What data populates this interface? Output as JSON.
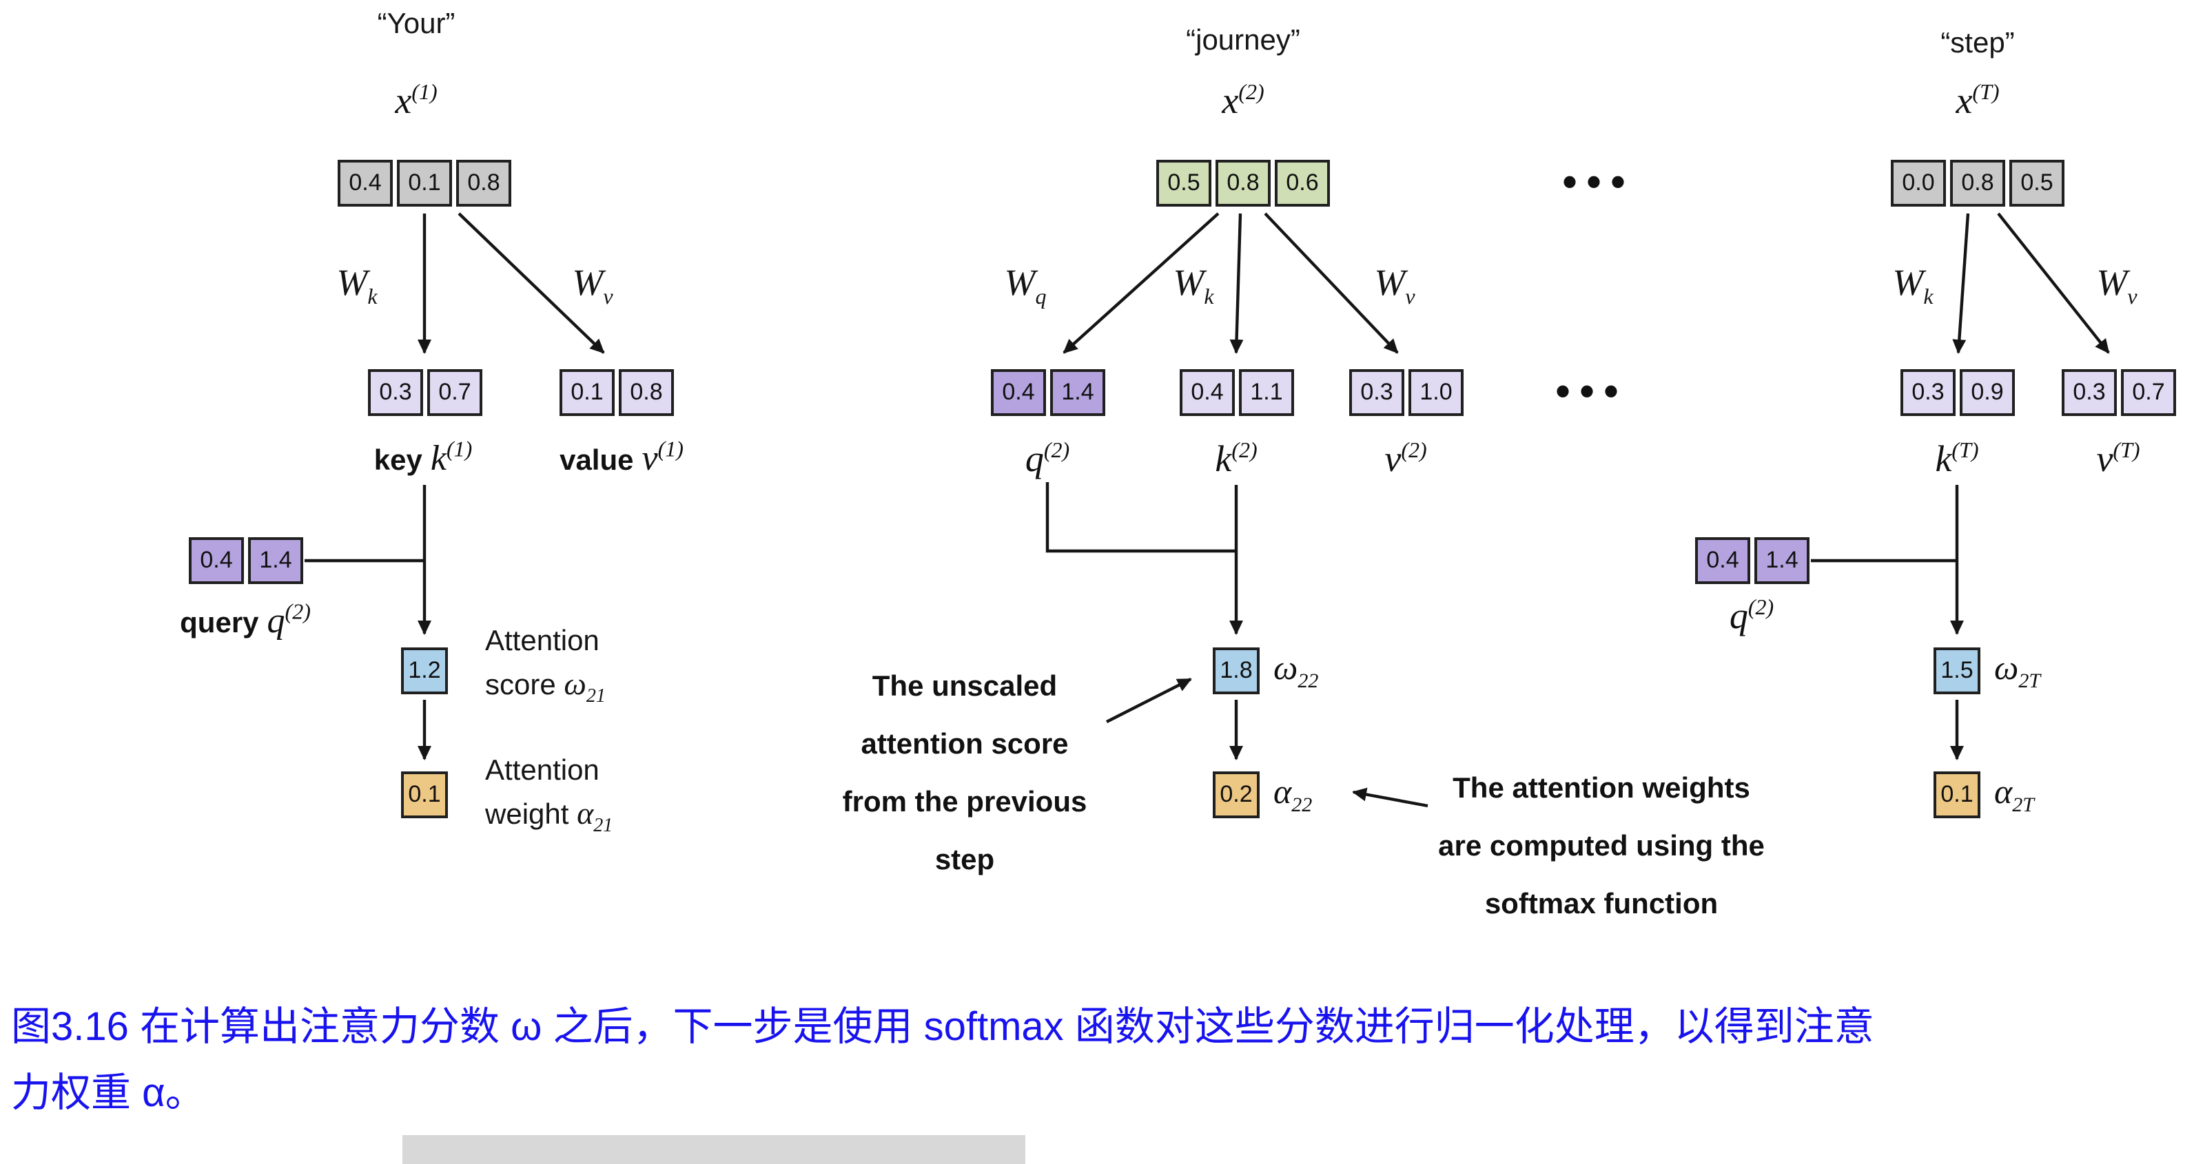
{
  "colors": {
    "gray_box": "#c9c9c9",
    "green_box": "#cfdeb4",
    "purple_box": "#b4a3de",
    "lavender_box": "#e0daf3",
    "blue_box": "#abd0ea",
    "orange_box": "#edc784",
    "caption_blue": "#1813ee"
  },
  "ellipsis": "•••",
  "annotations": {
    "unscaled": {
      "lines": [
        "The unscaled",
        "attention score",
        "from the previous",
        "step"
      ]
    },
    "softmax": {
      "lines": [
        "The attention weights",
        "are computed using the",
        "softmax function"
      ]
    }
  },
  "caption": {
    "line1": "图3.16 在计算出注意力分数 ω 之后，下一步是使用 softmax 函数对这些分数进行归一化处理，以得到注意",
    "line2": "力权重 α。"
  },
  "col1": {
    "word": "“Your”",
    "x_label": {
      "base": "x",
      "sup": "(1)"
    },
    "x_values": [
      "0.4",
      "0.1",
      "0.8"
    ],
    "w_k": {
      "base": "W",
      "sub": "k"
    },
    "w_v": {
      "base": "W",
      "sub": "v"
    },
    "key_values": [
      "0.3",
      "0.7"
    ],
    "value_values": [
      "0.1",
      "0.8"
    ],
    "key_caption": {
      "prefix": "key",
      "base": "k",
      "sup": "(1)"
    },
    "value_caption": {
      "prefix": "value",
      "base": "v",
      "sup": "(1)"
    },
    "query_values": [
      "0.4",
      "1.4"
    ],
    "query_caption": {
      "prefix": "query",
      "base": "q",
      "sup": "(2)"
    },
    "score": {
      "value": "1.2",
      "line1": "Attention",
      "line2": "score",
      "sym": "ω",
      "sub": "21"
    },
    "weight": {
      "value": "0.1",
      "line1": "Attention",
      "line2": "weight",
      "sym": "α",
      "sub": "21"
    }
  },
  "col2": {
    "word": "“journey”",
    "x_label": {
      "base": "x",
      "sup": "(2)"
    },
    "x_values": [
      "0.5",
      "0.8",
      "0.6"
    ],
    "w_q": {
      "base": "W",
      "sub": "q"
    },
    "w_k": {
      "base": "W",
      "sub": "k"
    },
    "w_v": {
      "base": "W",
      "sub": "v"
    },
    "q_values": [
      "0.4",
      "1.4"
    ],
    "k_values": [
      "0.4",
      "1.1"
    ],
    "v_values": [
      "0.3",
      "1.0"
    ],
    "q_caption": {
      "base": "q",
      "sup": "(2)"
    },
    "k_caption": {
      "base": "k",
      "sup": "(2)"
    },
    "v_caption": {
      "base": "v",
      "sup": "(2)"
    },
    "score": {
      "value": "1.8",
      "sym": "ω",
      "sub": "22"
    },
    "weight": {
      "value": "0.2",
      "sym": "α",
      "sub": "22"
    }
  },
  "col3": {
    "word": "“step”",
    "x_label": {
      "base": "x",
      "sup": "(T)"
    },
    "x_values": [
      "0.0",
      "0.8",
      "0.5"
    ],
    "w_k": {
      "base": "W",
      "sub": "k"
    },
    "w_v": {
      "base": "W",
      "sub": "v"
    },
    "k_values": [
      "0.3",
      "0.9"
    ],
    "v_values": [
      "0.3",
      "0.7"
    ],
    "k_caption": {
      "base": "k",
      "sup": "(T)"
    },
    "v_caption": {
      "base": "v",
      "sup": "(T)"
    },
    "query_values": [
      "0.4",
      "1.4"
    ],
    "query_caption": {
      "base": "q",
      "sup": "(2)"
    },
    "score": {
      "value": "1.5",
      "sym": "ω",
      "sub": "2T"
    },
    "weight": {
      "value": "0.1",
      "sym": "α",
      "sub": "2T"
    }
  }
}
